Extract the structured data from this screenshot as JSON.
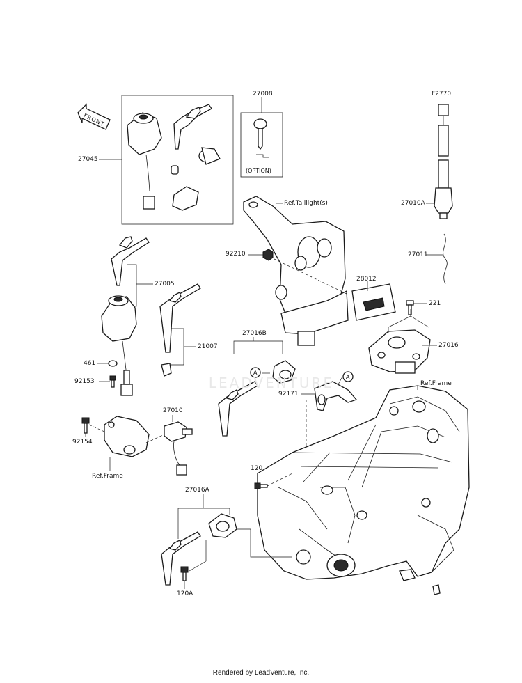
{
  "labels": {
    "front": "FRONT",
    "p27045": "27045",
    "p27008": "27008",
    "option": "(OPTION)",
    "pF2770": "F2770",
    "p27010A": "27010A",
    "refTaillight": "Ref.Taillight(s)",
    "p92210": "92210",
    "p27011": "27011",
    "p27005": "27005",
    "p28012": "28012",
    "p221": "221",
    "p21007": "21007",
    "p27016B": "27016B",
    "p27016": "27016",
    "p461": "461",
    "p92153": "92153",
    "circleA1": "A",
    "circleA2": "A",
    "p92171": "92171",
    "refFrame1": "Ref.Frame",
    "p27010": "27010",
    "p92154": "92154",
    "refFrame2": "Ref.Frame",
    "p120": "120",
    "p27016A": "27016A",
    "p120A": "120A"
  },
  "watermark": "LEADVENTURE",
  "footer": "Rendered by LeadVenture, Inc."
}
